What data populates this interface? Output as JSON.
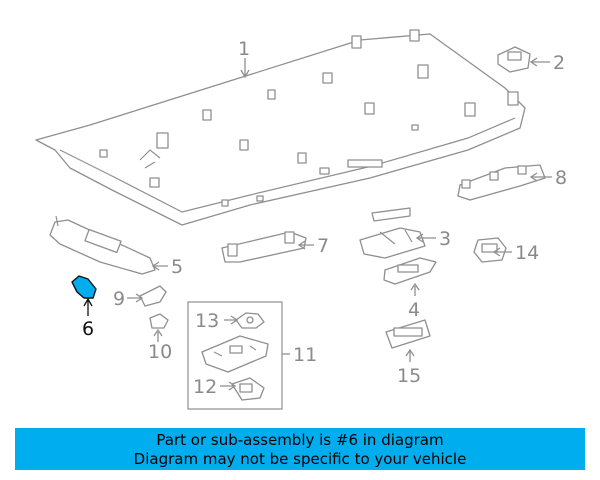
{
  "callouts": [
    {
      "id": "1",
      "text": "1"
    },
    {
      "id": "2",
      "text": "2"
    },
    {
      "id": "3",
      "text": "3"
    },
    {
      "id": "4",
      "text": "4"
    },
    {
      "id": "5",
      "text": "5"
    },
    {
      "id": "6",
      "text": "6"
    },
    {
      "id": "7",
      "text": "7"
    },
    {
      "id": "8",
      "text": "8"
    },
    {
      "id": "9",
      "text": "9"
    },
    {
      "id": "10",
      "text": "10"
    },
    {
      "id": "11",
      "text": "11"
    },
    {
      "id": "12",
      "text": "12"
    },
    {
      "id": "13",
      "text": "13"
    },
    {
      "id": "14",
      "text": "14"
    },
    {
      "id": "15",
      "text": "15"
    }
  ],
  "highlighted_part": "6",
  "highlight_color": "#00AEEF",
  "banner": {
    "line1": "Part or sub-assembly is #6 in diagram",
    "line2": "Diagram may not be specific to your vehicle",
    "background": "#00AEEF"
  }
}
